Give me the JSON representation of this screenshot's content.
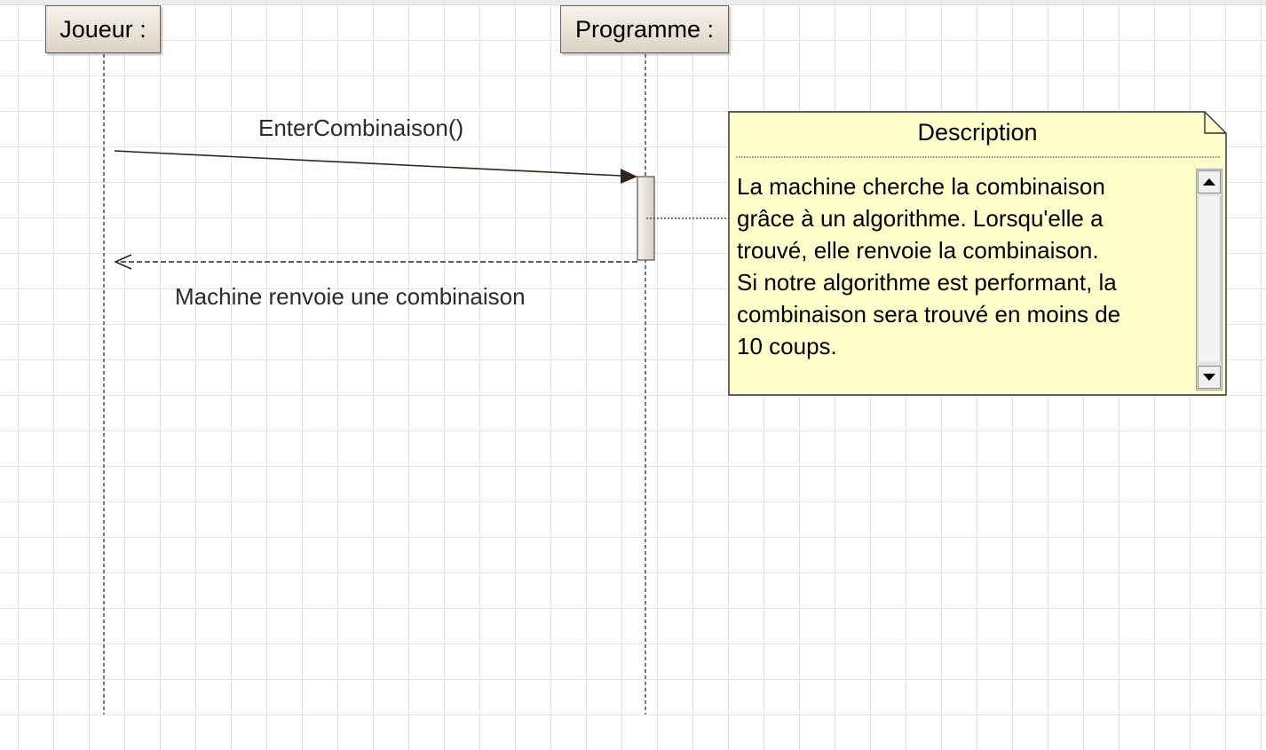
{
  "lifelines": [
    {
      "id": "joueur",
      "label": "Joueur :"
    },
    {
      "id": "programme",
      "label": "Programme :"
    }
  ],
  "messages": [
    {
      "id": "enter",
      "label": "EnterCombinaison()",
      "type": "synchronous"
    },
    {
      "id": "return",
      "label": "Machine renvoie une combinaison",
      "type": "return"
    }
  ],
  "note": {
    "title": "Description",
    "lines": [
      "La machine cherche la combinaison",
      "grâce à un algorithme. Lorsqu'elle a",
      "trouvé, elle renvoie la combinaison.",
      "Si notre algorithme est performant, la",
      "combinaison sera trouvé en moins de",
      "10 coups."
    ]
  },
  "colors": {
    "note_fill": "#ffffcc",
    "head_top": "#f7f3ec",
    "head_bottom": "#ddd3c5",
    "line": "#3a2e28",
    "grid": "#e6e6e6"
  }
}
